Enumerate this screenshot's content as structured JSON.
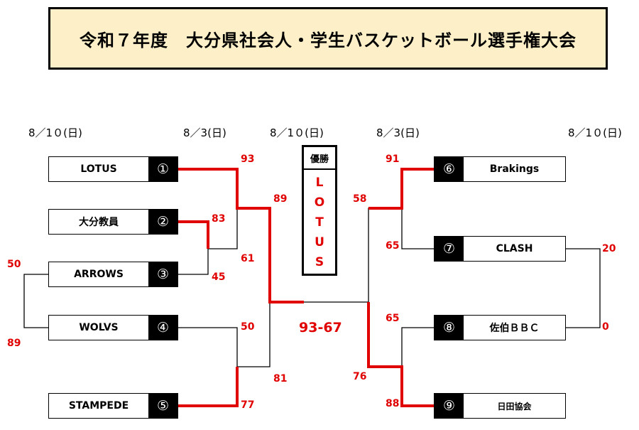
{
  "title": "令和７年度　大分県社会人・学生バスケットボール選手権大会",
  "dates": {
    "left_outer": "8／1０(日)",
    "left_inner": "8／3(日)",
    "center": "8／1０(日)",
    "right_inner": "8／3(日)",
    "right_outer": "8／1０(日)"
  },
  "teams": [
    {
      "seed": "①",
      "name": "LOTUS"
    },
    {
      "seed": "②",
      "name": "大分教員"
    },
    {
      "seed": "③",
      "name": "ARROWS"
    },
    {
      "seed": "④",
      "name": "WOLVS"
    },
    {
      "seed": "⑤",
      "name": "STAMPEDE"
    },
    {
      "seed": "⑥",
      "name": "Brakings"
    },
    {
      "seed": "⑦",
      "name": "CLASH"
    },
    {
      "seed": "⑧",
      "name": "佐伯ＢＢＣ"
    },
    {
      "seed": "⑨",
      "name": "日田協会"
    }
  ],
  "champion": {
    "label": "優勝",
    "letters": [
      "L",
      "O",
      "T",
      "U",
      "S"
    ]
  },
  "final_score": "93-67",
  "scores": {
    "arrows_vs_wolvs_arrows": "50",
    "arrows_vs_wolvs_wolvs": "89",
    "daibun_vs_arrows_daibun": "83",
    "daibun_vs_arrows_arrows": "45",
    "lotus_semi": "93",
    "daibun_semi": "61",
    "wolvs_vs_stampede_wolvs": "50",
    "wolvs_vs_stampede_stampede": "77",
    "left_final_top": "89",
    "left_final_bottom": "81",
    "brakings_vs_clash_brakings": "91",
    "brakings_vs_clash_clash": "65",
    "clash_vs_saiki_clash": "20",
    "clash_vs_saiki_saiki": "0",
    "saiki_vs_hita_saiki": "65",
    "saiki_vs_hita_hita": "88",
    "right_final_top": "58",
    "right_final_bottom": "76"
  },
  "colors": {
    "winner_line": "#e00000",
    "score_text": "#e00000",
    "title_background": "#fdf0c8"
  }
}
